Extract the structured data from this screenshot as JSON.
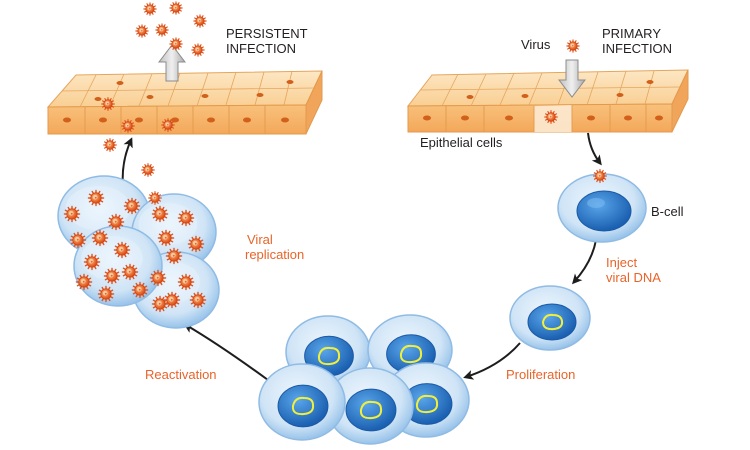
{
  "labels": {
    "persistent_line1": "PERSISTENT",
    "persistent_line2": "INFECTION",
    "primary_line1": "PRIMARY",
    "primary_line2": "INFECTION",
    "virus": "Virus",
    "epithelial": "Epithelial cells",
    "bcell": "B-cell",
    "inject_line1": "Inject",
    "inject_line2": "viral DNA",
    "proliferation": "Proliferation",
    "reactivation": "Reactivation",
    "viral_line1": "Viral",
    "viral_line2": "replication"
  },
  "colors": {
    "tissue_top": "#fcd9a6",
    "tissue_front": "#f7b86e",
    "tissue_line": "#e39a4d",
    "nucleus_spot": "#d2601a",
    "cell_outer": "#a9cfee",
    "cell_inner": "#dcecf9",
    "cell_nucleus": "#1f6fc2",
    "viral_dna": "#f2ef3a",
    "virus_body": "#e9531f",
    "virus_core": "#f7c59a",
    "arrow": "#1d1d1d",
    "label_orange": "#e8642a",
    "label_dark": "#231f20"
  },
  "icons": [
    "virus-icon",
    "cell-icon",
    "arrow-icon"
  ]
}
